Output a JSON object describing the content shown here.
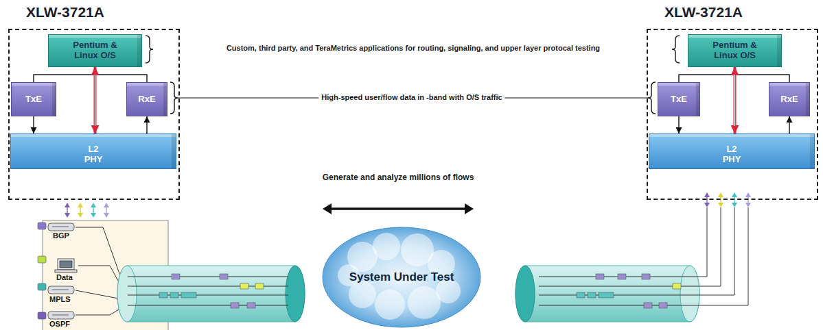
{
  "diagram": {
    "nodes": [
      {
        "text": [
          "XLW-3721A"
        ]
      },
      {
        "text": [
          "Pentium & Linux O/S"
        ],
        "in": 0
      },
      {
        "text": [
          "TxE"
        ],
        "in": 0
      },
      {
        "text": [
          "RxE"
        ],
        "in": 0
      },
      {
        "text": [
          "L2 PHY"
        ],
        "in": 0
      },
      {
        "text": [
          "XLW-3721A"
        ]
      },
      {
        "text": [
          "Pentium & Linux O/S"
        ],
        "in": 5
      },
      {
        "text": [
          "TxE"
        ],
        "in": 5
      },
      {
        "text": [
          "RxE"
        ],
        "in": 5
      },
      {
        "text": [
          "L2 PHY"
        ],
        "in": 5
      },
      {
        "text": [
          "System Under Test"
        ]
      }
    ],
    "edges": [
      {
        "from": 1,
        "to": 2,
        "arrow": "none"
      },
      {
        "from": 1,
        "to": 3,
        "arrow": "none"
      },
      {
        "from": 2,
        "to": 4,
        "arrow": "to"
      },
      {
        "from": 4,
        "to": 3,
        "arrow": "to"
      },
      {
        "from": 1,
        "to": 4,
        "arrow": "both"
      },
      {
        "from": 6,
        "to": 7,
        "arrow": "none"
      },
      {
        "from": 6,
        "to": 8,
        "arrow": "none"
      },
      {
        "from": 7,
        "to": 9,
        "arrow": "to"
      },
      {
        "from": 9,
        "to": 8,
        "arrow": "to"
      },
      {
        "from": 6,
        "to": 9,
        "arrow": "both"
      }
    ],
    "labels": [
      "Custom, third party, and TeraMetrics applications for routing, signaling, and upper layer protocal testing",
      "High-speed user/flow data in -band with O/S traffic",
      "Generate and analyze millions of flows",
      "BGP",
      "Data",
      "MPLS",
      "OSPF"
    ]
  }
}
